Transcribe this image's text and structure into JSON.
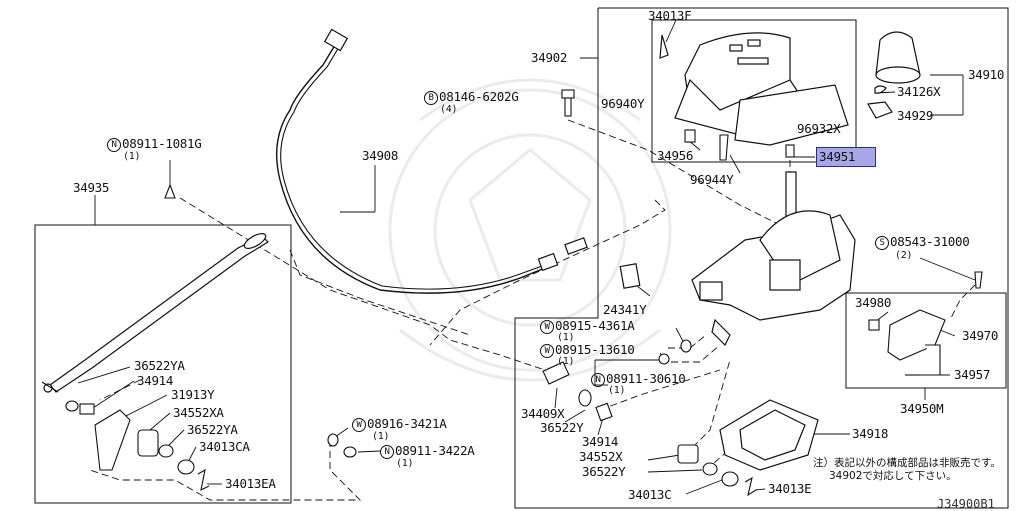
{
  "labels": {
    "p34013F": "34013F",
    "p34902": "34902",
    "p34910": "34910",
    "p34126X": "34126X",
    "p34929": "34929",
    "p96940Y": "96940Y",
    "p96932X": "96932X",
    "p34956": "34956",
    "p34951": "34951",
    "p96944Y": "96944Y",
    "b08146": "08146-6202G",
    "b08146_qty": "(4)",
    "p34908": "34908",
    "n08911_1081G": "08911-1081G",
    "n08911_1081G_qty": "(1)",
    "p34935": "34935",
    "s08543": "08543-31000",
    "s08543_qty": "(2)",
    "p34980": "34980",
    "p34970": "34970",
    "p34957": "34957",
    "p34950M": "34950M",
    "p24341Y": "24341Y",
    "w08915_4361A": "08915-4361A",
    "w08915_4361A_qty": "(1)",
    "w08915_13610": "08915-13610",
    "w08915_13610_qty": "(1)",
    "n08911_30610": "08911-30610",
    "n08911_30610_qty": "(1)",
    "p34409X": "34409X",
    "p36522Y_a": "36522Y",
    "p34914_a": "34914",
    "p34552X": "34552X",
    "p36522Y_b": "36522Y",
    "p34013C": "34013C",
    "p34013E": "34013E",
    "p34918": "34918",
    "p36522YA_a": "36522YA",
    "p34914_b": "34914",
    "p31913Y": "31913Y",
    "p34552XA": "34552XA",
    "p36522YA_b": "36522YA",
    "p34013CA": "34013CA",
    "p34013EA": "34013EA",
    "w08916": "08916-3421A",
    "w08916_qty": "(1)",
    "n08911_3422A": "08911-3422A",
    "n08911_3422A_qty": "(1)"
  },
  "markers": {
    "N": "N",
    "B": "B",
    "S": "S",
    "W": "W"
  },
  "note": {
    "line1": "注）表記以外の構成部品は非販売です。",
    "line2": "34902で対応して下さい。"
  },
  "figure_ref": "J34900B1",
  "highlight_color": "#a9a6e6"
}
